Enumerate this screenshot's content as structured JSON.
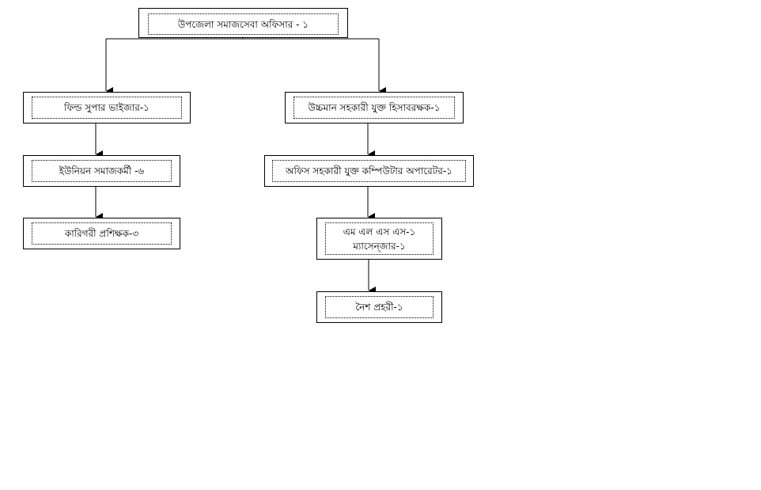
{
  "chart_title_root": "উপজেলা সমাজসেবা অফিসার - ১",
  "nodes": {
    "root": "উপজেলা সমাজসেবা অফিসার - ১",
    "field_supervisor": "ফিল্ড সুপার ভাইজার-১",
    "union_social_worker": "ইউনিয়ন সমাজকর্মী -৬",
    "technical_instructor": "কারিগরী প্রশিক্ষক-৩",
    "upper_division_assistant": "উচ্চমান  সহকারী যুক্ত হিসাবরক্ষক-১",
    "office_assistant": "অফিস সহকারী যুক্ত কম্পিউটার অপারেটর-১",
    "mlss": "এম এল এস এস-১",
    "messenger": "ম্যাসেন্জার-১",
    "night_guard": "নৈশ প্রহরী-১"
  }
}
